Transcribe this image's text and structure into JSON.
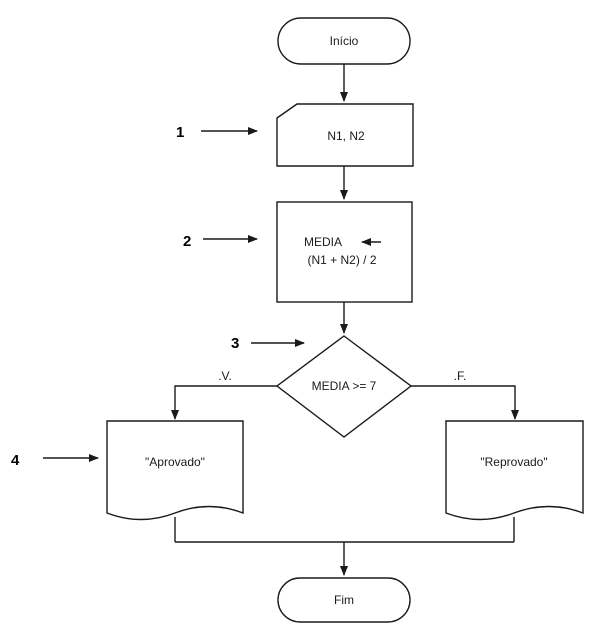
{
  "flowchart": {
    "start": {
      "label": "Início"
    },
    "input": {
      "label": "N1, N2"
    },
    "process": {
      "line1": "MEDIA",
      "line2": "(N1 + N2) / 2"
    },
    "decision": {
      "label": "MEDIA >= 7"
    },
    "branch_true": {
      "label": ".V."
    },
    "branch_false": {
      "label": ".F."
    },
    "output_true": {
      "label": "\"Aprovado\""
    },
    "output_false": {
      "label": "\"Reprovado\""
    },
    "end": {
      "label": "Fim"
    }
  },
  "markers": [
    "1",
    "2",
    "3",
    "4"
  ]
}
